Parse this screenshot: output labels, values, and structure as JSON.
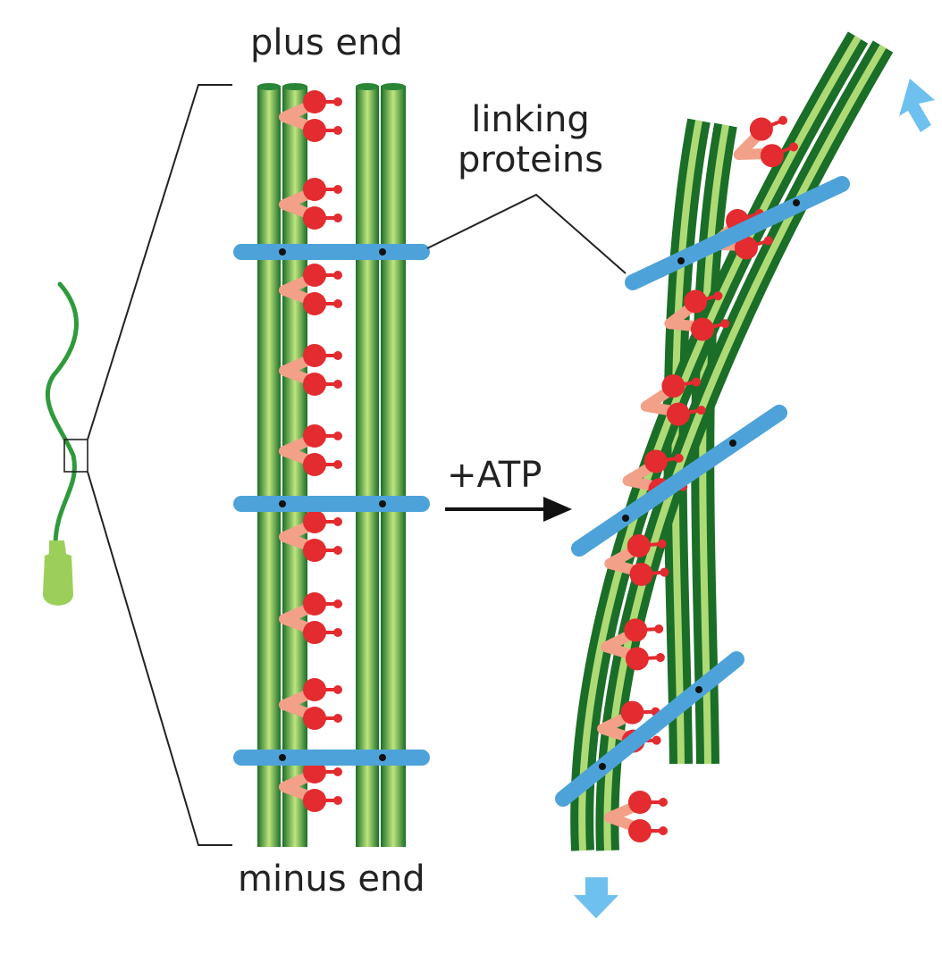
{
  "labels": {
    "plus_end": "plus end",
    "minus_end": "minus end",
    "linking_line1": "linking",
    "linking_line2": "proteins",
    "atp": "+ATP"
  },
  "colors": {
    "microtubule_dark": "#1f7a2c",
    "microtubule_light": "#b9e07a",
    "linker": "#4da3d9",
    "dynein_head": "#e32b30",
    "dynein_stalk": "#f2a088",
    "arrow_blue": "#6ec0ee",
    "sperm_body": "#2e9a3c",
    "sperm_head": "#9ccf5a"
  }
}
